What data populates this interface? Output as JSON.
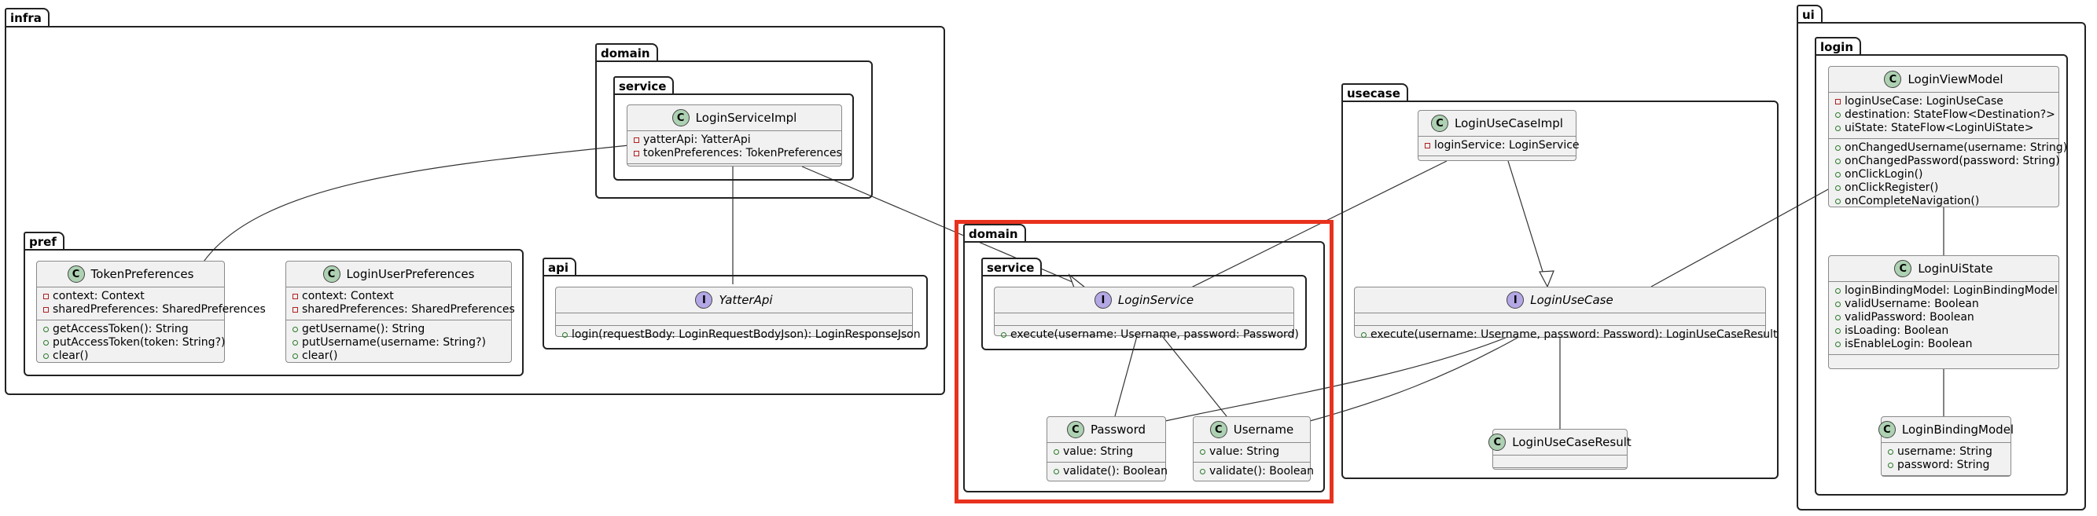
{
  "packages": {
    "infra": "infra",
    "infra_domain": "domain",
    "infra_domain_service": "service",
    "pref": "pref",
    "api": "api",
    "domain": "domain",
    "domain_service": "service",
    "usecase": "usecase",
    "ui": "ui",
    "login": "login"
  },
  "classes": {
    "login_service_impl": {
      "name": "LoginServiceImpl",
      "kind": "class",
      "fields": [
        {
          "vis": "private",
          "text": "yatterApi: YatterApi"
        },
        {
          "vis": "private",
          "text": "tokenPreferences: TokenPreferences"
        }
      ],
      "methods": []
    },
    "token_preferences": {
      "name": "TokenPreferences",
      "kind": "class",
      "fields": [
        {
          "vis": "private",
          "text": "context: Context"
        },
        {
          "vis": "private",
          "text": "sharedPreferences: SharedPreferences"
        }
      ],
      "methods": [
        {
          "vis": "public",
          "text": "getAccessToken(): String"
        },
        {
          "vis": "public",
          "text": "putAccessToken(token: String?)"
        },
        {
          "vis": "public",
          "text": "clear()"
        }
      ]
    },
    "login_user_preferences": {
      "name": "LoginUserPreferences",
      "kind": "class",
      "fields": [
        {
          "vis": "private",
          "text": "context: Context"
        },
        {
          "vis": "private",
          "text": "sharedPreferences: SharedPreferences"
        }
      ],
      "methods": [
        {
          "vis": "public",
          "text": "getUsername(): String"
        },
        {
          "vis": "public",
          "text": "putUsername(username: String?)"
        },
        {
          "vis": "public",
          "text": "clear()"
        }
      ]
    },
    "yatter_api": {
      "name": "YatterApi",
      "kind": "interface",
      "fields": [],
      "methods": [
        {
          "vis": "public",
          "text": "login(requestBody: LoginRequestBodyJson): LoginResponseJson"
        }
      ]
    },
    "login_service": {
      "name": "LoginService",
      "kind": "interface",
      "fields": [],
      "methods": [
        {
          "vis": "public",
          "text": "execute(username: Username, password: Password)"
        }
      ]
    },
    "password": {
      "name": "Password",
      "kind": "class",
      "fields": [
        {
          "vis": "public",
          "text": "value: String"
        }
      ],
      "methods": [
        {
          "vis": "public",
          "text": "validate(): Boolean"
        }
      ]
    },
    "username": {
      "name": "Username",
      "kind": "class",
      "fields": [
        {
          "vis": "public",
          "text": "value: String"
        }
      ],
      "methods": [
        {
          "vis": "public",
          "text": "validate(): Boolean"
        }
      ]
    },
    "login_use_case_impl": {
      "name": "LoginUseCaseImpl",
      "kind": "class",
      "fields": [
        {
          "vis": "private",
          "text": "loginService: LoginService"
        }
      ],
      "methods": []
    },
    "login_use_case": {
      "name": "LoginUseCase",
      "kind": "interface",
      "fields": [],
      "methods": [
        {
          "vis": "public",
          "text": "execute(username: Username, password: Password): LoginUseCaseResult"
        }
      ]
    },
    "login_use_case_result": {
      "name": "LoginUseCaseResult",
      "kind": "class",
      "fields": [],
      "methods": []
    },
    "login_view_model": {
      "name": "LoginViewModel",
      "kind": "class",
      "fields": [
        {
          "vis": "private",
          "text": "loginUseCase: LoginUseCase"
        },
        {
          "vis": "public",
          "text": "destination: StateFlow<Destination?>"
        },
        {
          "vis": "public",
          "text": "uiState: StateFlow<LoginUiState>"
        }
      ],
      "methods": [
        {
          "vis": "public",
          "text": "onChangedUsername(username: String)"
        },
        {
          "vis": "public",
          "text": "onChangedPassword(password: String)"
        },
        {
          "vis": "public",
          "text": "onClickLogin()"
        },
        {
          "vis": "public",
          "text": "onClickRegister()"
        },
        {
          "vis": "public",
          "text": "onCompleteNavigation()"
        }
      ]
    },
    "login_ui_state": {
      "name": "LoginUiState",
      "kind": "class",
      "fields": [
        {
          "vis": "public",
          "text": "loginBindingModel: LoginBindingModel"
        },
        {
          "vis": "public",
          "text": "validUsername: Boolean"
        },
        {
          "vis": "public",
          "text": "validPassword: Boolean"
        },
        {
          "vis": "public",
          "text": "isLoading: Boolean"
        },
        {
          "vis": "none",
          "text": ""
        },
        {
          "vis": "public",
          "text": "isEnableLogin: Boolean"
        }
      ],
      "methods": []
    },
    "login_binding_model": {
      "name": "LoginBindingModel",
      "kind": "class",
      "fields": [
        {
          "vis": "public",
          "text": "username: String"
        },
        {
          "vis": "public",
          "text": "password: String"
        }
      ],
      "methods": []
    }
  },
  "colors": {
    "class_badge": "#add1b2",
    "interface_badge": "#b4a7e5",
    "class_fill": "#f1f1f1",
    "highlight": "#e8321e"
  }
}
